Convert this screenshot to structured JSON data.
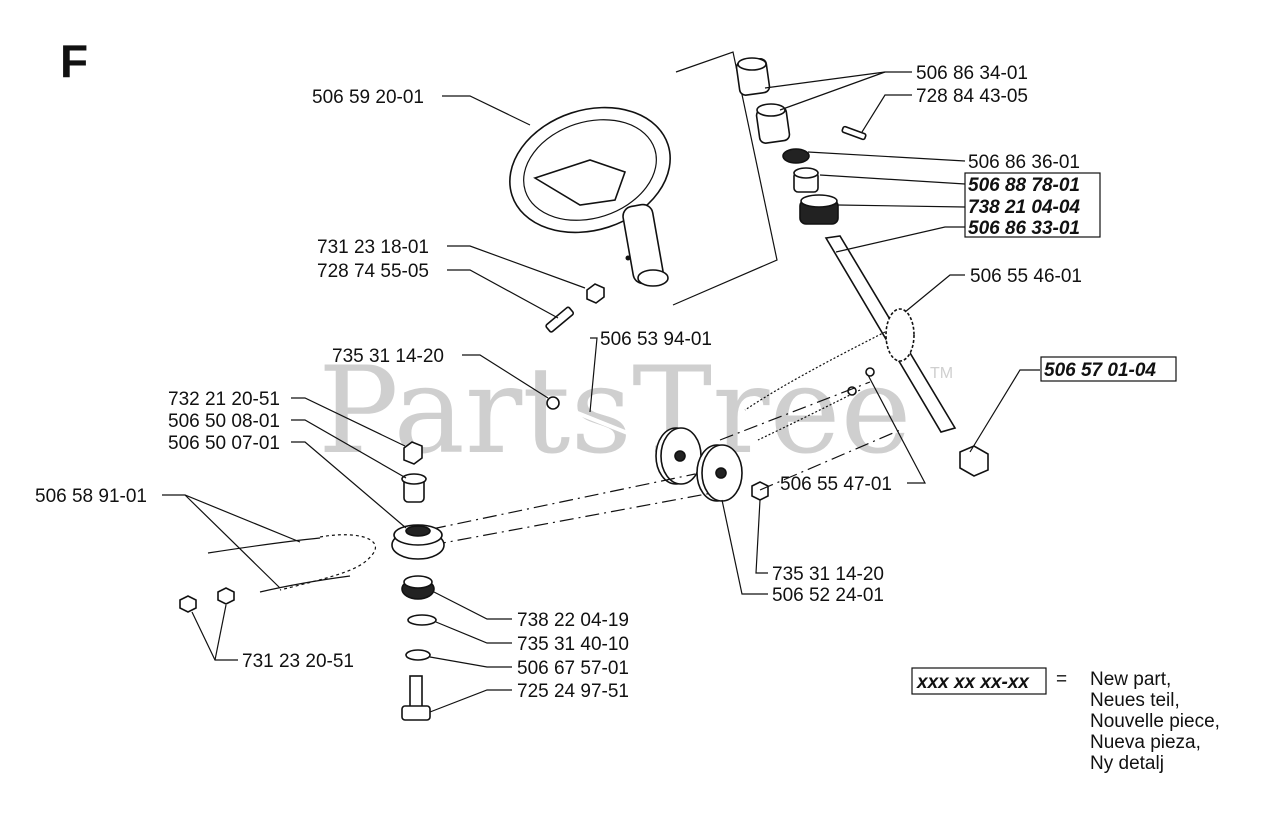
{
  "section_letter": "F",
  "watermark": "PartsTree",
  "watermark_tm": "TM",
  "labels": {
    "p1": "506 86 34-01",
    "p2": "728 84 43-05",
    "p3": "506 86 36-01",
    "p4": "506 88 78-01",
    "p5": "738 21 04-04",
    "p6": "506 86 33-01",
    "p7": "506 59 20-01",
    "p8": "731 23 18-01",
    "p9": "728 74 55-05",
    "p10": "506 55 46-01",
    "p11": "506 53 94-01",
    "p12": "735 31 14-20",
    "p13": "732 21 20-51",
    "p14": "506 50 08-01",
    "p15": "506 50 07-01",
    "p16": "506 57 01-04",
    "p17": "506 58 91-01",
    "p18": "506 55 47-01",
    "p19": "735 31 14-20",
    "p20": "506 52 24-01",
    "p21": "738 22 04-19",
    "p22": "735 31 40-10",
    "p23": "506 67 57-01",
    "p24": "725 24 97-51",
    "p25": "731 23 20-51"
  },
  "legend": {
    "symbol": "xxx xx xx-xx",
    "equals": "=",
    "lines": [
      "New part,",
      "Neues teil,",
      "Nouvelle piece,",
      "Nueva pieza,",
      "Ny detalj"
    ]
  }
}
